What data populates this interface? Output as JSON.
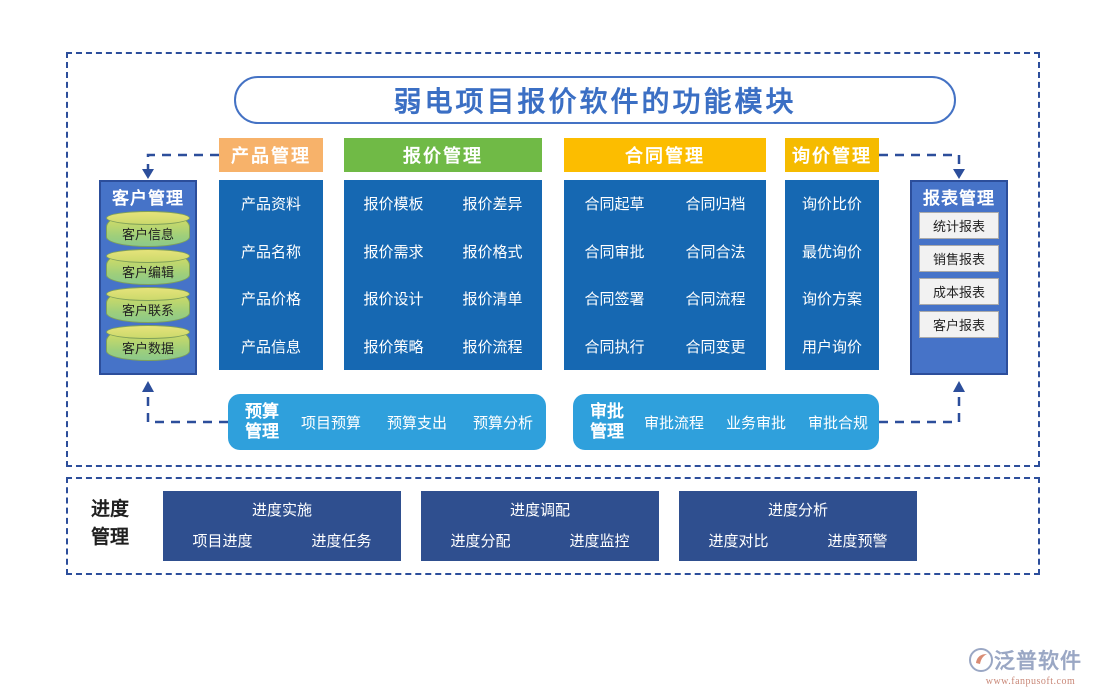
{
  "title": "弱电项目报价软件的功能模块",
  "colors": {
    "frame": "#2C4E9B",
    "title_text": "#3B6FC4",
    "panel_blue": "#1668B2",
    "product_header": "#F7B26A",
    "quote_header": "#70BA46",
    "contract_header": "#FCBD00",
    "inquiry_header": "#F5BB00",
    "side_box": "#4673C8",
    "round_bar": "#2FA0DC",
    "progress_box": "#2F4F8F"
  },
  "customer": {
    "title": "客户管理",
    "items": [
      "客户信息",
      "客户编辑",
      "客户联系",
      "客户数据"
    ]
  },
  "columns": [
    {
      "key": "product",
      "header": "产品管理",
      "layout": "one-col",
      "items": [
        "产品资料",
        "产品名称",
        "产品价格",
        "产品信息"
      ]
    },
    {
      "key": "quote",
      "header": "报价管理",
      "layout": "two-col",
      "items": [
        "报价模板",
        "报价差异",
        "报价需求",
        "报价格式",
        "报价设计",
        "报价清单",
        "报价策略",
        "报价流程"
      ]
    },
    {
      "key": "contract",
      "header": "合同管理",
      "layout": "two-col",
      "items": [
        "合同起草",
        "合同归档",
        "合同审批",
        "合同合法",
        "合同签署",
        "合同流程",
        "合同执行",
        "合同变更"
      ]
    },
    {
      "key": "inquiry",
      "header": "询价管理",
      "layout": "one-col",
      "items": [
        "询价比价",
        "最优询价",
        "询价方案",
        "用户询价"
      ]
    }
  ],
  "report": {
    "title": "报表管理",
    "items": [
      "统计报表",
      "销售报表",
      "成本报表",
      "客户报表"
    ]
  },
  "budget": {
    "title": "预算\n管理",
    "title_line1": "预算",
    "title_line2": "管理",
    "items": [
      "项目预算",
      "预算支出",
      "预算分析"
    ]
  },
  "approval": {
    "title_line1": "审批",
    "title_line2": "管理",
    "items": [
      "审批流程",
      "业务审批",
      "审批合规"
    ]
  },
  "progress": {
    "label_line1": "进度",
    "label_line2": "管理",
    "groups": [
      {
        "title": "进度实施",
        "items": [
          "项目进度",
          "进度任务"
        ]
      },
      {
        "title": "进度调配",
        "items": [
          "进度分配",
          "进度监控"
        ]
      },
      {
        "title": "进度分析",
        "items": [
          "进度对比",
          "进度预警"
        ]
      }
    ]
  },
  "watermark": {
    "brand": "泛普软件",
    "url": "www.fanpusoft.com"
  }
}
